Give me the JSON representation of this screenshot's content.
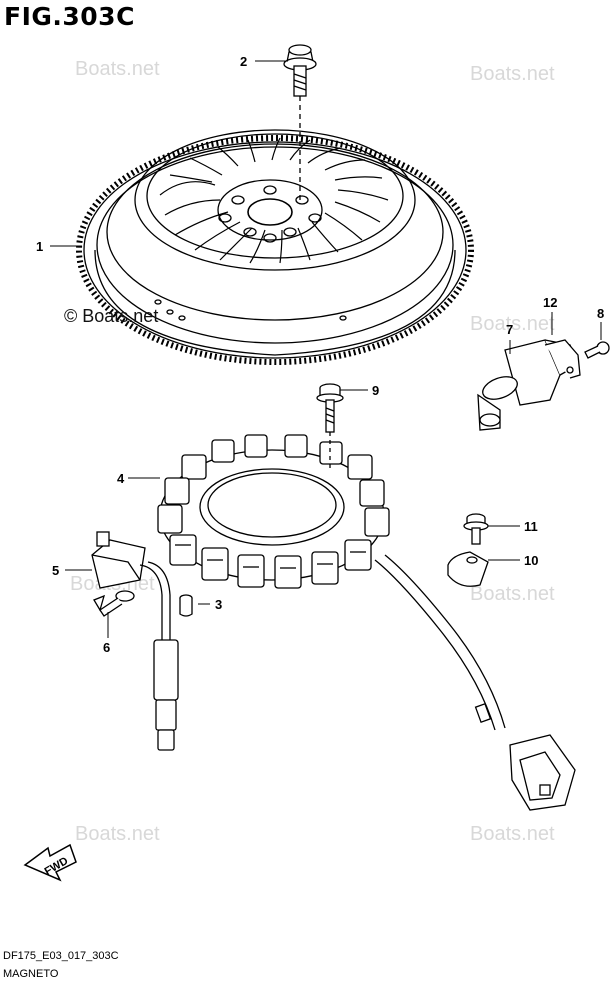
{
  "figure": {
    "title": "FIG.303C",
    "code": "DF175_E03_017_303C",
    "name": "MAGNETO"
  },
  "watermark": {
    "text": "© Boats.net",
    "faint_text": "Boats.net"
  },
  "fwd_label": "FWD",
  "callouts": [
    "1",
    "2",
    "3",
    "4",
    "5",
    "6",
    "7",
    "8",
    "9",
    "10",
    "11",
    "12"
  ],
  "parts": [
    {
      "number": "1",
      "name": "flywheel"
    },
    {
      "number": "2",
      "name": "flywheel-bolt"
    },
    {
      "number": "3",
      "name": "dowel-pin"
    },
    {
      "number": "4",
      "name": "stator"
    },
    {
      "number": "5",
      "name": "pulser-coil"
    },
    {
      "number": "6",
      "name": "pulser-coil-screw"
    },
    {
      "number": "7",
      "name": "crank-position-sensor"
    },
    {
      "number": "8",
      "name": "sensor-bolt"
    },
    {
      "number": "9",
      "name": "stator-bolt"
    },
    {
      "number": "10",
      "name": "harness-clamp"
    },
    {
      "number": "11",
      "name": "clamp-bolt"
    },
    {
      "number": "12",
      "name": "sensor-bracket"
    }
  ],
  "colors": {
    "line": "#000000",
    "background": "#ffffff",
    "watermark": "#d8d8d8"
  }
}
